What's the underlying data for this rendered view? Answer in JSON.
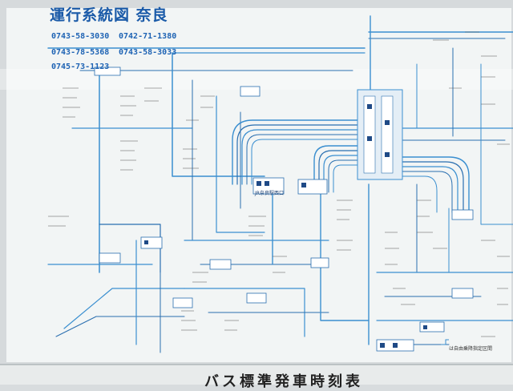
{
  "map": {
    "title": "運行系統図 奈良",
    "bottom_title": "バス標準発車時刻表",
    "footnote": "は自由乗降指定区間",
    "station_label": "JR奈良駅西口",
    "phones": [
      "0743-58-3030",
      "0742-71-1380",
      "0743-78-5368",
      "0743-58-3033",
      "0745-73-1123"
    ],
    "colors": {
      "route_blue": "#3b8fd0",
      "route_dark": "#2a6fb0",
      "paper": "#f4f6f6",
      "accent": "#1a5aa8",
      "stop_dark": "#1f4a86"
    }
  }
}
